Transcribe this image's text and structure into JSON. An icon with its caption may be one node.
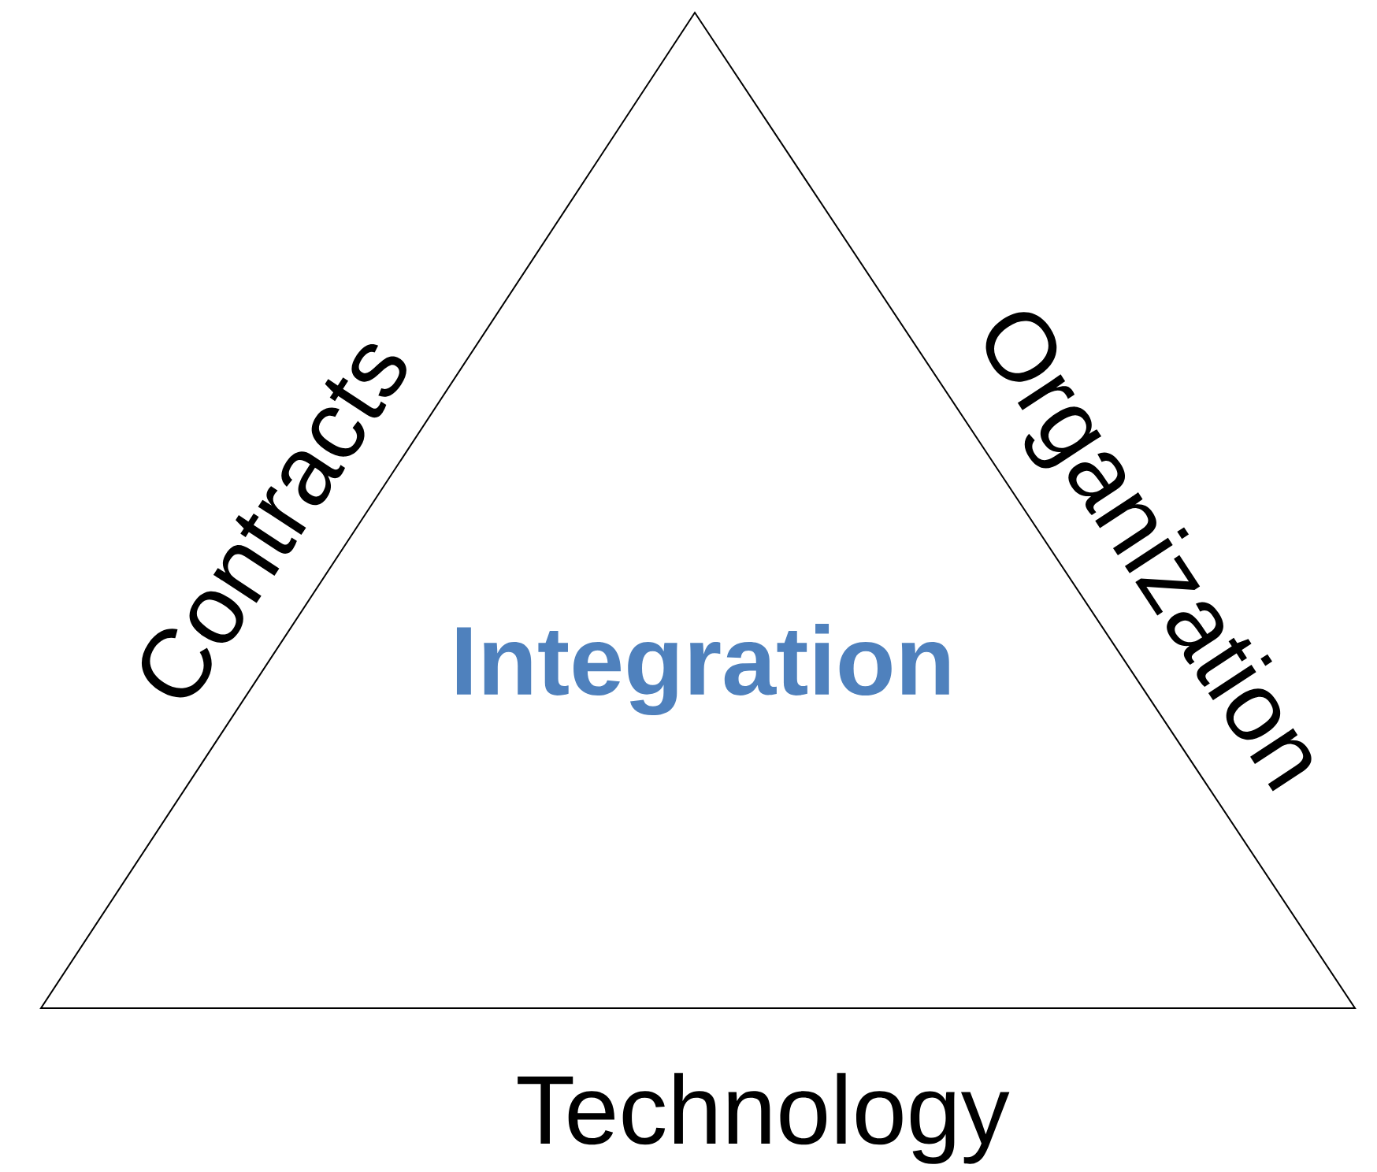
{
  "diagram": {
    "nodes": [
      {
        "text": [
          "Integration"
        ]
      }
    ],
    "labels": [
      "Contracts",
      "Organization",
      "Technology"
    ]
  }
}
